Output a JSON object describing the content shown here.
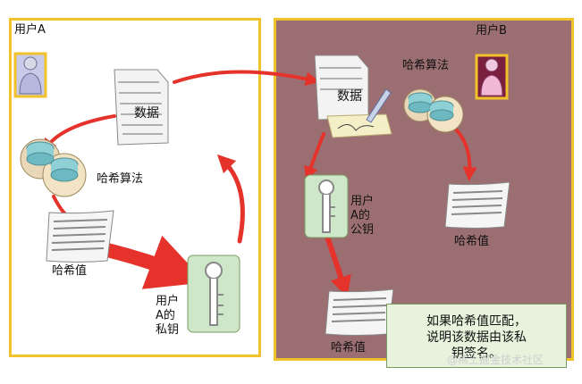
{
  "panel_a": {
    "title": "用户A",
    "doc_label": "数据",
    "hash_alg_label": "哈希算法",
    "hash_value_label": "哈希值",
    "private_key_lines": [
      "用户",
      "A的",
      "私钥"
    ]
  },
  "panel_b": {
    "title": "用户B",
    "doc_label": "数据",
    "hash_alg_label": "哈希算法",
    "public_key_lines": [
      "用户",
      "A的",
      "公钥"
    ],
    "hash_value_label_right": "哈希值",
    "hash_value_label_bottom": "哈希值"
  },
  "note_lines": [
    "如果哈希值匹配，",
    "说明该数据由该私",
    "钥签名。"
  ],
  "watermark": "@稀土掘金技术社区",
  "colors": {
    "frame_border": "#f2c22a",
    "panel_b_bg": "#9b6f72",
    "arrow_red": "#e5322b",
    "note_bg": "#e7f3dc",
    "key_bg": "#cfe7c9"
  }
}
